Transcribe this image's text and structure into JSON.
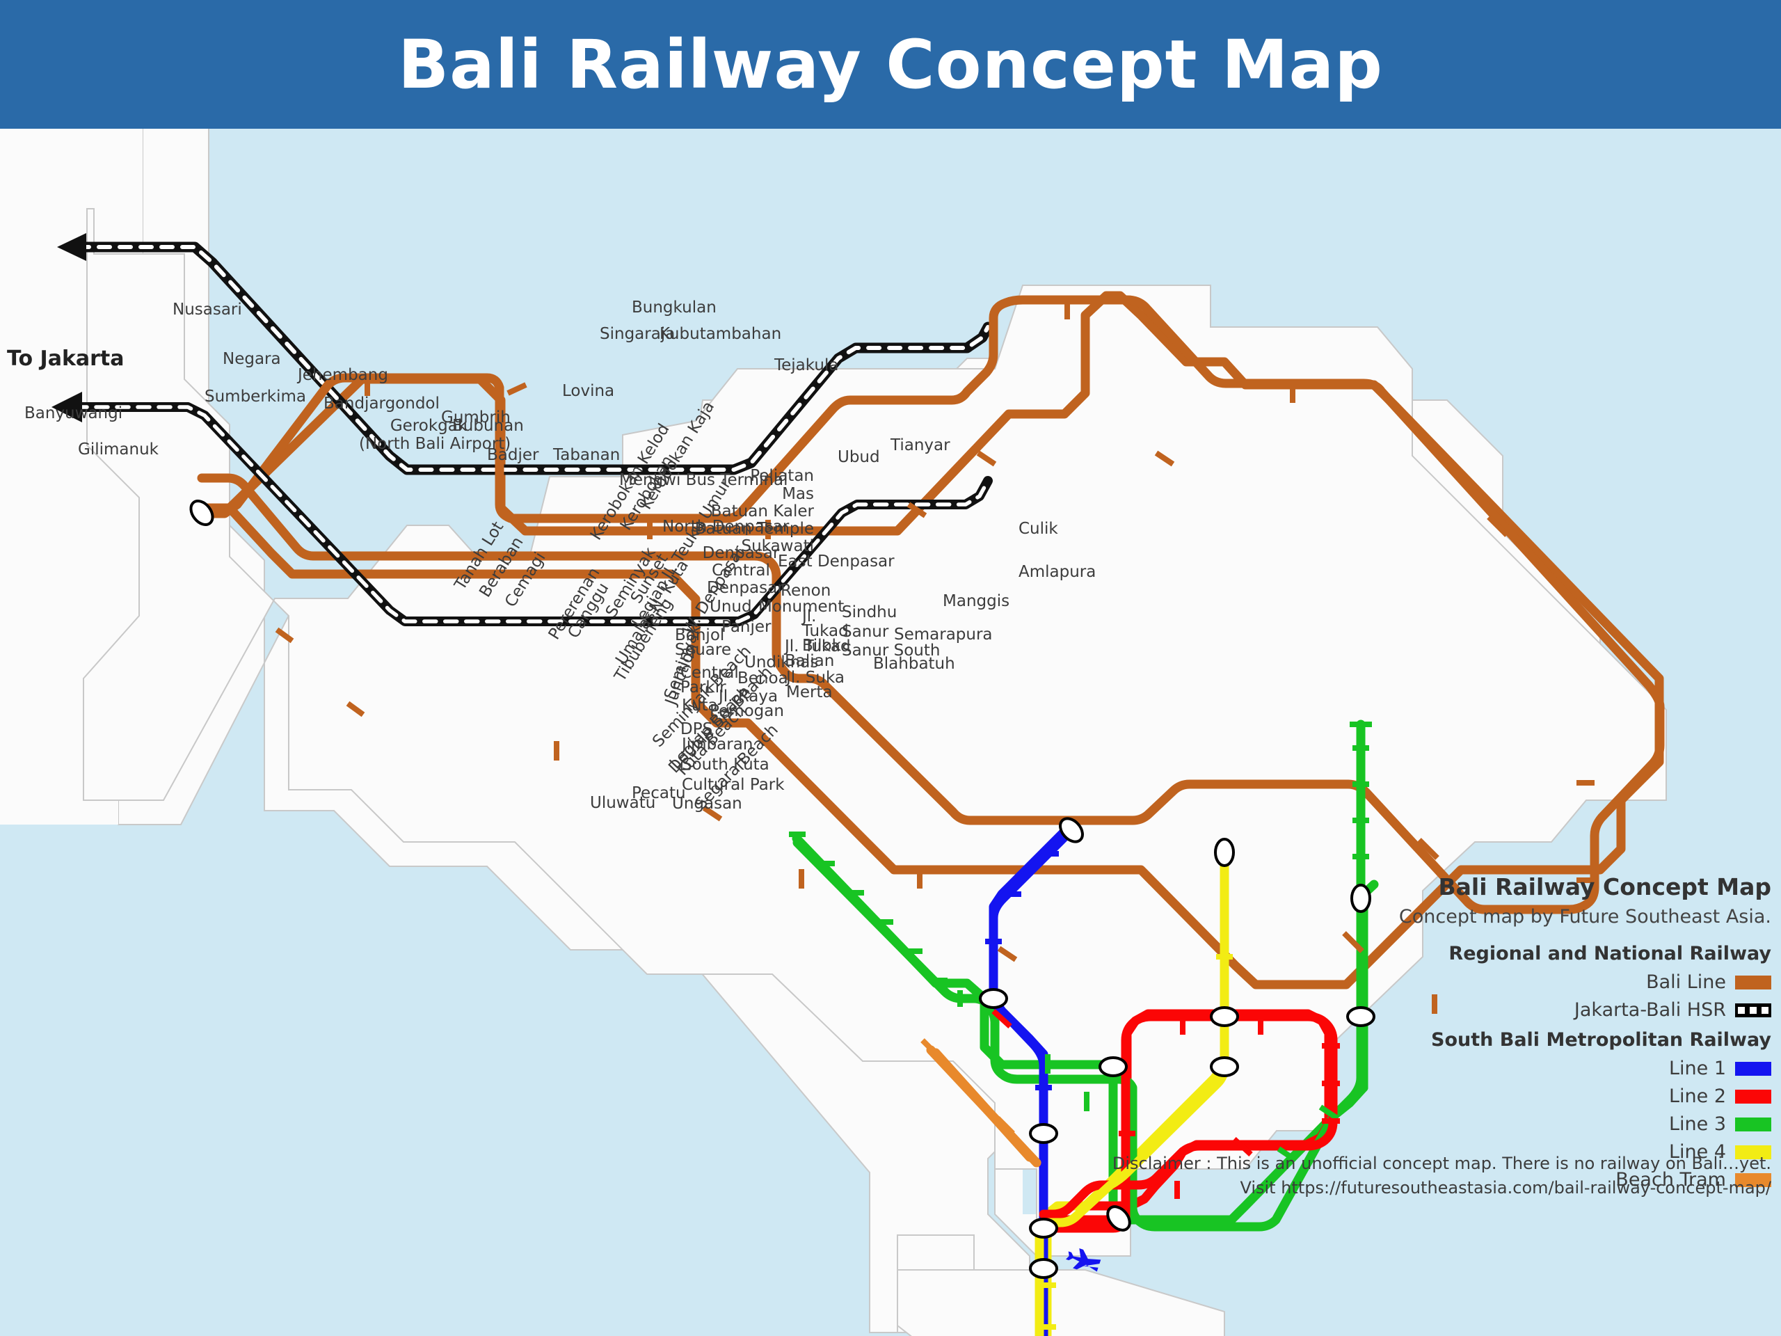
{
  "header": {
    "title": "Bali Railway Concept Map"
  },
  "legend": {
    "title": "Bali Railway Concept Map",
    "subtitle": "Concept map by Future Southeast Asia.",
    "section_regional": "Regional and National Railway",
    "section_metro": "South Bali Metropolitan Railway",
    "items_regional": [
      {
        "label": "Bali Line",
        "color": "#c0631f",
        "style": "solid"
      },
      {
        "label": "Jakarta-Bali HSR",
        "color": "#000000",
        "style": "dashed"
      }
    ],
    "items_metro": [
      {
        "label": "Line 1",
        "color": "#1414f0"
      },
      {
        "label": "Line 2",
        "color": "#fb0606"
      },
      {
        "label": "Line 3",
        "color": "#18c423"
      },
      {
        "label": "Line 4",
        "color": "#f2ec14"
      },
      {
        "label": "Beach Tram",
        "color": "#e8892c"
      }
    ]
  },
  "disclaimer": {
    "line1": "Disclaimer : This is an unofficial concept map. There is no railway on Bali…yet.",
    "line2": "Visit https://futuresoutheastasia.com/bail-railway-concept-map/"
  },
  "map": {
    "sea_color": "#cfe8f3",
    "land_color": "#fbfbfb",
    "airport_icon": "airplane-icon",
    "terminus_arrow_label": "To Jakarta",
    "lines": [
      {
        "name": "Bali Line",
        "color": "#c0631f"
      },
      {
        "name": "Jakarta-Bali HSR",
        "color": "#000000"
      },
      {
        "name": "Line 1",
        "color": "#1414f0"
      },
      {
        "name": "Line 2",
        "color": "#fb0606"
      },
      {
        "name": "Line 3",
        "color": "#18c423"
      },
      {
        "name": "Line 4",
        "color": "#f2ec14"
      },
      {
        "name": "Beach Tram",
        "color": "#e8892c"
      }
    ],
    "stations": [
      {
        "name": "To Jakarta",
        "line": "Jakarta-Bali HSR",
        "type": "arrow-terminus"
      },
      {
        "name": "Banyuwangi",
        "line": "Jakarta-Bali HSR",
        "type": "stop"
      },
      {
        "name": "Gilimanuk",
        "line": "Bali Line",
        "type": "interchange"
      },
      {
        "name": "Sumberkima",
        "line": "Bali Line",
        "type": "stop"
      },
      {
        "name": "Bandjargondol",
        "line": "Bali Line",
        "type": "stop"
      },
      {
        "name": "Gerokgak (North Bali Airport)",
        "line": "Bali Line",
        "type": "stop"
      },
      {
        "name": "Bubunan",
        "line": "Bali Line",
        "type": "stop"
      },
      {
        "name": "Lovina",
        "line": "Bali Line",
        "type": "stop"
      },
      {
        "name": "Singaraja",
        "line": "Bali Line",
        "type": "stop"
      },
      {
        "name": "Bungkulan",
        "line": "Bali Line",
        "type": "stop"
      },
      {
        "name": "Kubutambahan",
        "line": "Bali Line",
        "type": "stop"
      },
      {
        "name": "Tejakula",
        "line": "Bali Line",
        "type": "stop"
      },
      {
        "name": "Tianyar",
        "line": "Bali Line",
        "type": "stop"
      },
      {
        "name": "Culik",
        "line": "Bali Line",
        "type": "stop"
      },
      {
        "name": "Amlapura",
        "line": "Bali Line",
        "type": "stop"
      },
      {
        "name": "Manggis",
        "line": "Bali Line",
        "type": "stop"
      },
      {
        "name": "Semarapura",
        "line": "Bali Line",
        "type": "stop"
      },
      {
        "name": "Blahbatuh",
        "line": "Bali Line",
        "type": "stop"
      },
      {
        "name": "Nusasari",
        "line": "Bali Line",
        "type": "stop"
      },
      {
        "name": "Negara",
        "line": "Bali Line",
        "type": "stop"
      },
      {
        "name": "Jehembang",
        "line": "Bali Line",
        "type": "stop"
      },
      {
        "name": "Gumbrih",
        "line": "Bali Line",
        "type": "stop"
      },
      {
        "name": "Badjer",
        "line": "Bali Line",
        "type": "stop"
      },
      {
        "name": "Tabanan",
        "line": "Bali Line",
        "type": "stop"
      },
      {
        "name": "Mengwi Bus Terminal",
        "line": "Bali Line",
        "type": "stop"
      },
      {
        "name": "North Denpasar",
        "line": "Bali Line",
        "type": "interchange"
      },
      {
        "name": "Denpasar Central",
        "line": "Bali Line",
        "type": "interchange"
      },
      {
        "name": "East Denpasar",
        "line": "Bali Line",
        "type": "interchange"
      },
      {
        "name": "Ubud",
        "line": "Line 3",
        "type": "terminus"
      },
      {
        "name": "Peliatan",
        "line": "Line 3",
        "type": "stop"
      },
      {
        "name": "Mas",
        "line": "Line 3",
        "type": "stop"
      },
      {
        "name": "Batuan Kaler",
        "line": "Line 3",
        "type": "stop"
      },
      {
        "name": "Batuan Temple",
        "line": "Line 3",
        "type": "stop"
      },
      {
        "name": "Sukawati",
        "line": "Line 3",
        "type": "stop"
      },
      {
        "name": "Renon",
        "line": "Line 3",
        "type": "interchange"
      },
      {
        "name": "Jl. Tukad Bilok",
        "line": "Line 3",
        "type": "stop"
      },
      {
        "name": "Jl. Tukad Balian",
        "line": "Line 3",
        "type": "stop"
      },
      {
        "name": "Undiknas",
        "line": "Line 3",
        "type": "interchange"
      },
      {
        "name": "Bonjol Square",
        "line": "Line 3",
        "type": "interchange"
      },
      {
        "name": "N. Kuta",
        "line": "Line 3",
        "type": "stop"
      },
      {
        "name": "Sunset",
        "line": "Line 3",
        "type": "stop"
      },
      {
        "name": "Seminyak Junction",
        "line": "Line 3",
        "type": "interchange"
      },
      {
        "name": "Umalas",
        "line": "Line 3",
        "type": "stop"
      },
      {
        "name": "Tibubeneng",
        "line": "Line 3",
        "type": "stop"
      },
      {
        "name": "Canggu",
        "line": "Line 3",
        "type": "stop"
      },
      {
        "name": "Pererenan",
        "line": "Line 3",
        "type": "stop"
      },
      {
        "name": "Cemagi",
        "line": "Line 3",
        "type": "stop"
      },
      {
        "name": "Beraban",
        "line": "Line 3",
        "type": "stop"
      },
      {
        "name": "Tanah Lot",
        "line": "Line 3",
        "type": "terminus"
      },
      {
        "name": "Kerobokan Kaja",
        "line": "Line 1",
        "type": "stop"
      },
      {
        "name": "Kerobokan",
        "line": "Line 1",
        "type": "stop"
      },
      {
        "name": "Kerobokan Kelod",
        "line": "Line 1",
        "type": "stop"
      },
      {
        "name": "Seminyak",
        "line": "Line 1",
        "type": "stop"
      },
      {
        "name": "Legian",
        "line": "Line 1",
        "type": "stop"
      },
      {
        "name": "Central Parkir",
        "line": "Line 1",
        "type": "interchange"
      },
      {
        "name": "Kuta",
        "line": "Line 1",
        "type": "interchange"
      },
      {
        "name": "DPS",
        "line": "Line 1",
        "type": "terminus"
      },
      {
        "name": "Jl. Teuku Umur",
        "line": "Line 2",
        "type": "stop"
      },
      {
        "name": "Denpasar",
        "line": "Line 2",
        "type": "stop"
      },
      {
        "name": "Unud",
        "line": "Line 2",
        "type": "interchange"
      },
      {
        "name": "Monument",
        "line": "Line 2",
        "type": "stop"
      },
      {
        "name": "Sindhu",
        "line": "Line 2",
        "type": "stop"
      },
      {
        "name": "Sanur",
        "line": "Line 2",
        "type": "stop"
      },
      {
        "name": "Sanur South",
        "line": "Line 2",
        "type": "stop"
      },
      {
        "name": "Jl. Suka Merta",
        "line": "Line 2",
        "type": "stop"
      },
      {
        "name": "Benoa",
        "line": "Line 2",
        "type": "stop"
      },
      {
        "name": "Jl. Raya Pemogan",
        "line": "Line 2",
        "type": "interchange"
      },
      {
        "name": "W. Denpasar",
        "line": "Line 2",
        "type": "stop"
      },
      {
        "name": "Panjer",
        "line": "Line 4",
        "type": "stop"
      },
      {
        "name": "Jimbaran",
        "line": "Line 4",
        "type": "stop"
      },
      {
        "name": "South Kuta",
        "line": "Line 4",
        "type": "stop"
      },
      {
        "name": "Cultural Park",
        "line": "Line 4",
        "type": "stop"
      },
      {
        "name": "Ungasan",
        "line": "Line 4",
        "type": "stop"
      },
      {
        "name": "Pecatu",
        "line": "Line 4",
        "type": "stop"
      },
      {
        "name": "Uluwatu",
        "line": "Line 4",
        "type": "terminus"
      },
      {
        "name": "Seminyak Beach",
        "line": "Beach Tram",
        "type": "terminus"
      },
      {
        "name": "Double Six Beach",
        "line": "Beach Tram",
        "type": "stop"
      },
      {
        "name": "Legian Beach",
        "line": "Beach Tram",
        "type": "stop"
      },
      {
        "name": "Kuta Beach",
        "line": "Beach Tram",
        "type": "stop"
      },
      {
        "name": "Segara Beach",
        "line": "Beach Tram",
        "type": "terminus"
      }
    ]
  },
  "labels": {
    "to_jakarta": "To Jakarta",
    "banyuwangi": "Banyuwangi",
    "gilimanuk": "Gilimanuk",
    "sumberkima": "Sumberkima",
    "bandjargondol": "Bandjargondol",
    "gerokgak1": "Gerokgak",
    "gerokgak2": "(North Bali Airport)",
    "bubunan": "Bubunan",
    "lovina": "Lovina",
    "singaraja": "Singaraja",
    "bungkulan": "Bungkulan",
    "kubutambahan": "Kubutambahan",
    "tejakula": "Tejakula",
    "tianyar": "Tianyar",
    "culik": "Culik",
    "amlapura": "Amlapura",
    "manggis": "Manggis",
    "semarapura": "Semarapura",
    "blahbatuh": "Blahbatuh",
    "nusasari": "Nusasari",
    "negara": "Negara",
    "jehembang": "Jehembang",
    "gumbrih": "Gumbrih",
    "badjer": "Badjer",
    "tabanan": "Tabanan",
    "mengwi": "Mengwi Bus Terminal",
    "north_denpasar": "North Denpasar",
    "denpasar_central1": "Denpasar",
    "denpasar_central2": "Central",
    "east_denpasar": "East Denpasar",
    "ubud": "Ubud",
    "peliatan": "Peliatan",
    "mas": "Mas",
    "batuan_kaler": "Batuan Kaler",
    "batuan_temple": "Batuan Temple",
    "sukawati": "Sukawati",
    "renon": "Renon",
    "tukad_bilok1": "Jl.",
    "tukad_bilok2": "Tukad",
    "tukad_bilok3": "Bilok",
    "tukad_balian1": "Jl. Tukad",
    "tukad_balian2": "Balian",
    "undiknas": "Undiknas",
    "bonjol1": "Bonjol",
    "bonjol2": "Square",
    "n_kuta": "N. Kuta",
    "sunset": "Sunset",
    "seminyak_junction1": "Seminyak",
    "seminyak_junction2": "Junction",
    "umalas": "Umalas",
    "tibubeneng": "Tibubeneng",
    "canggu": "Canggu",
    "pererenan": "Pererenan",
    "cemagi": "Cemagi",
    "beraban": "Beraban",
    "tanah_lot": "Tanah Lot",
    "kerobokan_kaja": "Kerobokan Kaja",
    "kerobokan": "Kerobokan",
    "kerobokan_kelod": "Kerobokan Kelod",
    "seminyak": "Seminyak",
    "legian": "Legian",
    "central_parkir1": "Central",
    "central_parkir2": "Parkir",
    "kuta": "Kuta",
    "dps": "DPS",
    "teuku_umur": "Jl. Teuku Umur",
    "denpasar": "Denpasar",
    "unud": "Unud",
    "monument": "Monument",
    "sindhu": "Sindhu",
    "sanur": "Sanur",
    "sanur_south": "Sanur South",
    "suka_merta1": "Jl. Suka",
    "suka_merta2": "Merta",
    "benoa": "Benoa",
    "raya_pemogan1": "Jl. Raya",
    "raya_pemogan2": "Pemogan",
    "w_denpasar": "W. Denpasar",
    "panjer": "Panjer",
    "jimbaran": "Jimbaran",
    "south_kuta": "South Kuta",
    "cultural_park": "Cultural Park",
    "ungasan": "Ungasan",
    "pecatu": "Pecatu",
    "uluwatu": "Uluwatu",
    "seminyak_beach": "Seminyak Beach",
    "double_six_beach": "Double Six Beach",
    "legian_beach": "Legian Beach",
    "kuta_beach": "Kuta Beach",
    "segara_beach": "Segara Beach"
  }
}
